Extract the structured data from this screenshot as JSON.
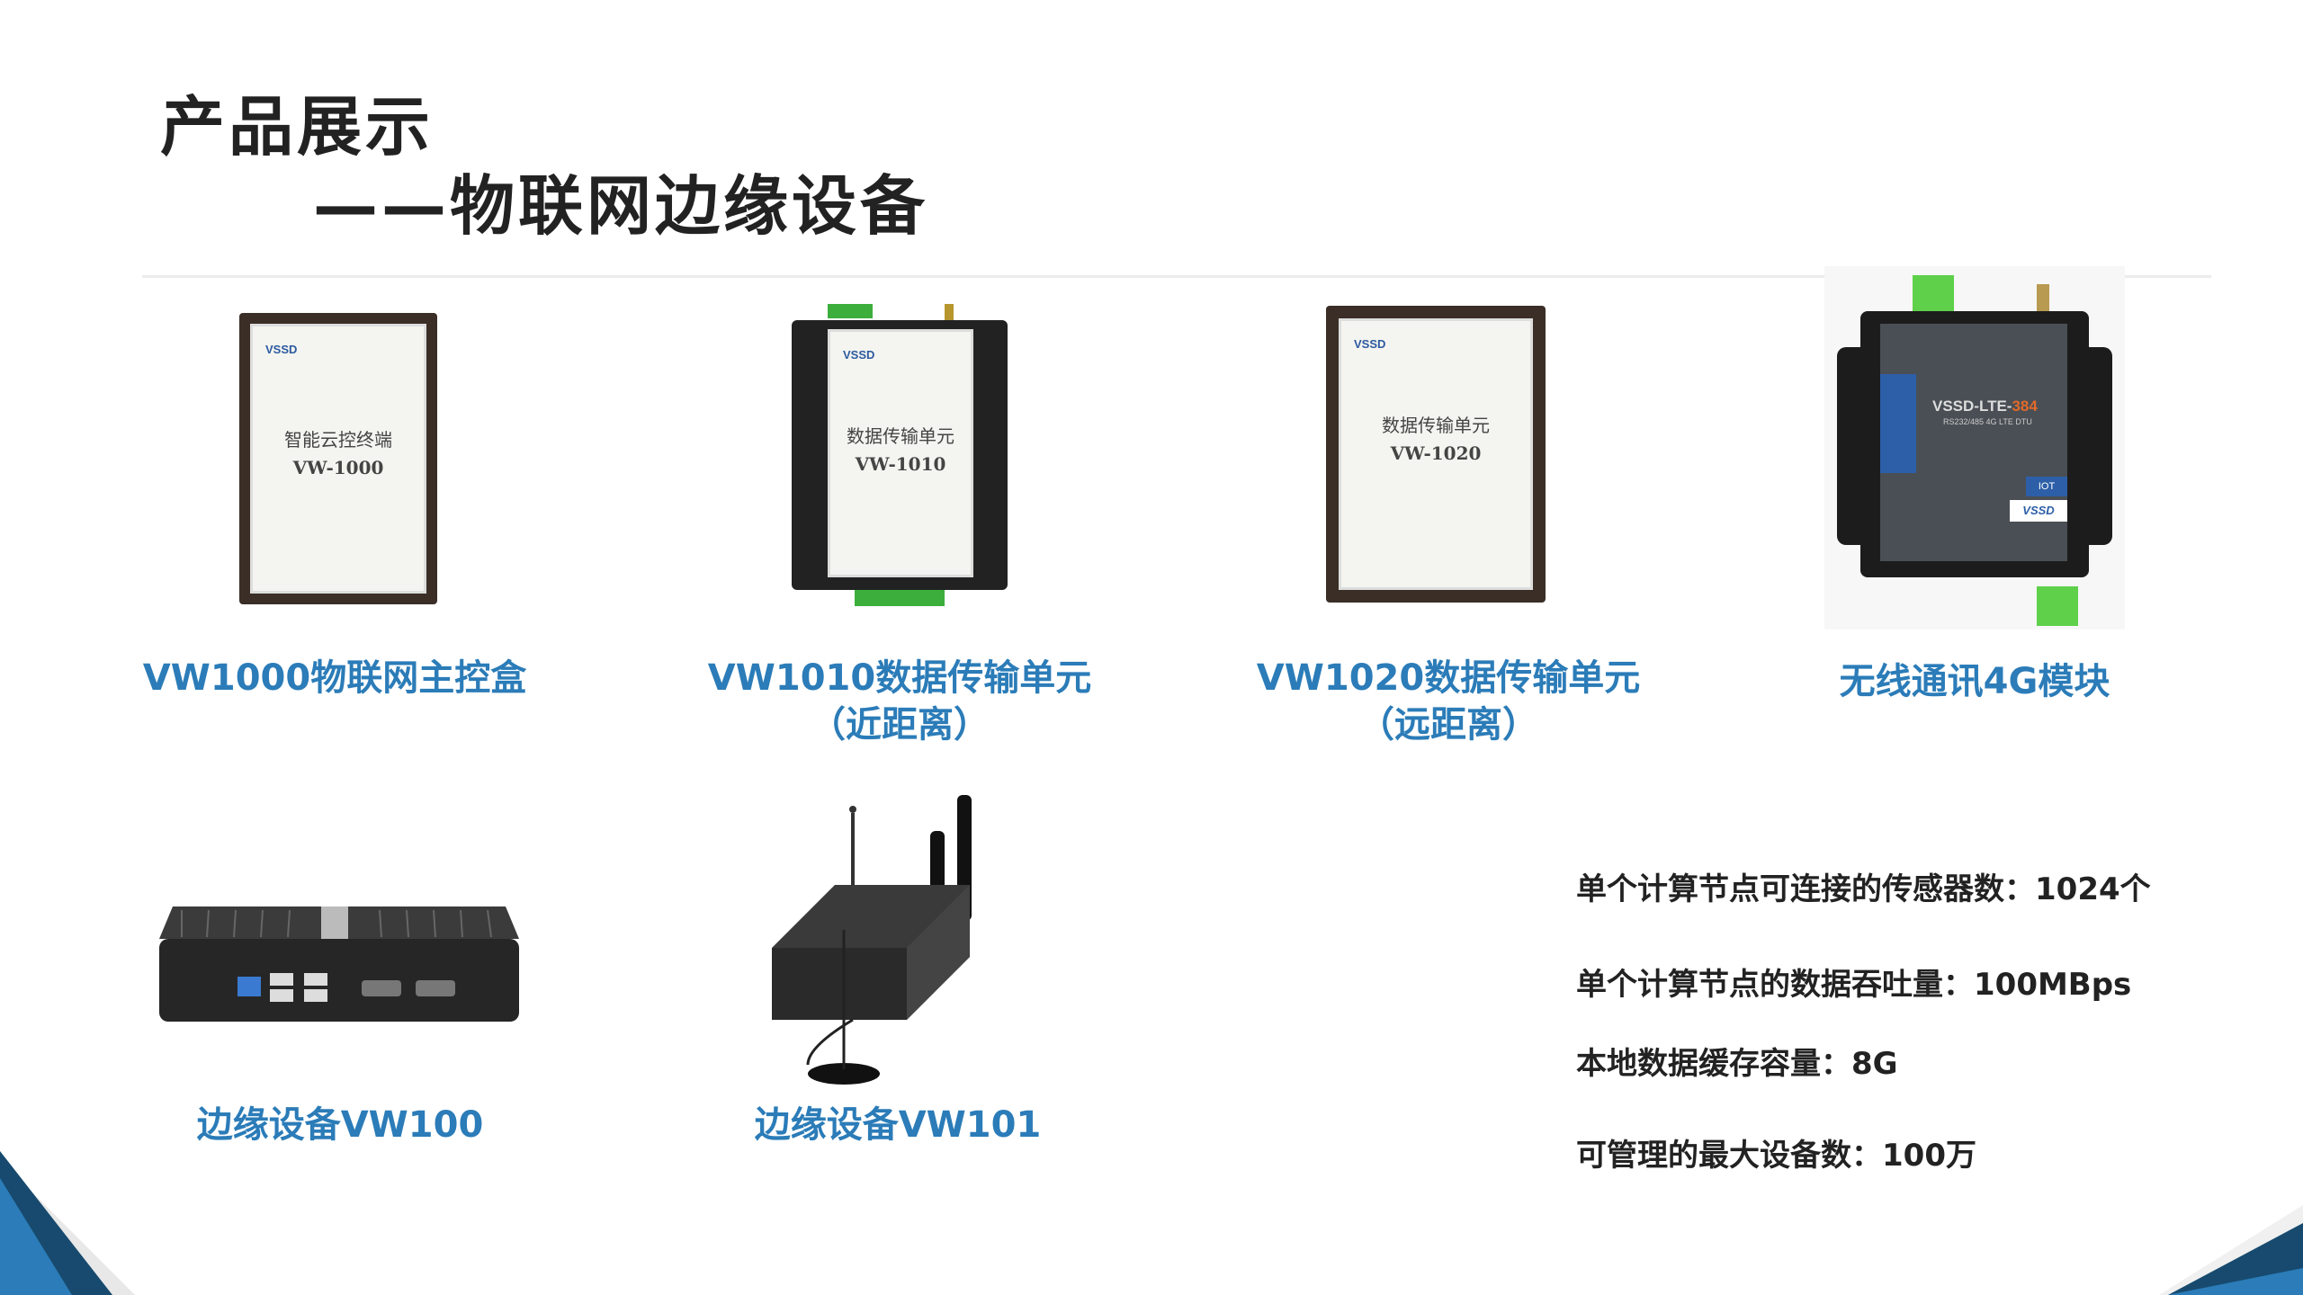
{
  "header": {
    "title": "产品展示",
    "subtitle": "——物联网边缘设备"
  },
  "products": [
    {
      "label_line1": "VW1000物联网主控盒",
      "face_title": "智能云控终端",
      "face_model": "VW-1000",
      "brand": "VSSD"
    },
    {
      "label_line1": "VW1010数据传输单元",
      "label_line2": "（近距离）",
      "face_title": "数据传输单元",
      "face_model": "VW-1010",
      "brand": "VSSD"
    },
    {
      "label_line1": "VW1020数据传输单元",
      "label_line2": "（远距离）",
      "face_title": "数据传输单元",
      "face_model": "VW-1020",
      "brand": "VSSD"
    },
    {
      "label_line1": "无线通讯4G模块",
      "face_model": "VSSD-LTE-",
      "face_model_suffix": "384",
      "face_sub": "RS232/485 4G LTE DTU",
      "badge": "IOT",
      "brand": "VSSD"
    },
    {
      "label_line1": "边缘设备VW100"
    },
    {
      "label_line1": "边缘设备VW101"
    }
  ],
  "specs": [
    "单个计算节点可连接的传感器数：1024个",
    "单个计算节点的数据吞吐量：100MBps",
    "本地数据缓存容量：8G",
    "可管理的最大设备数：100万"
  ],
  "colors": {
    "accent": "#2b7cb8",
    "dark_blue": "#174a6e",
    "text": "#222222"
  }
}
